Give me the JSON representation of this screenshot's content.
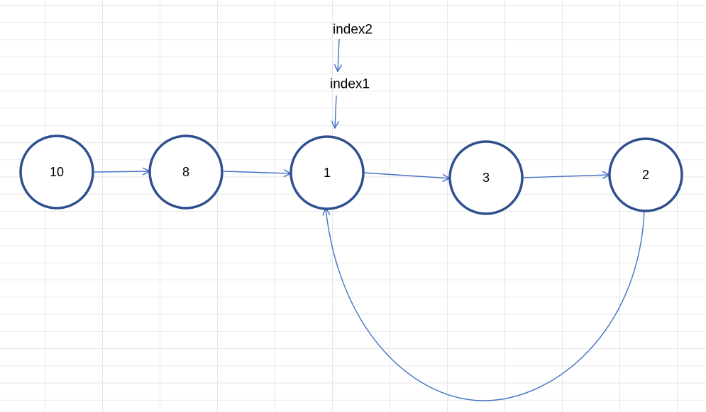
{
  "diagram": {
    "nodes": [
      {
        "id": "n10",
        "label": "10"
      },
      {
        "id": "n8",
        "label": "8"
      },
      {
        "id": "n1",
        "label": "1"
      },
      {
        "id": "n3",
        "label": "3"
      },
      {
        "id": "n2",
        "label": "2"
      }
    ],
    "edges": [
      {
        "from": "n10",
        "to": "n8"
      },
      {
        "from": "n8",
        "to": "n1"
      },
      {
        "from": "n1",
        "to": "n3"
      },
      {
        "from": "n3",
        "to": "n2"
      },
      {
        "from": "n2",
        "to": "n1"
      }
    ],
    "pointers": [
      {
        "label": "index2",
        "points_to": "index1"
      },
      {
        "label": "index1",
        "points_to": "n1"
      }
    ],
    "colors": {
      "node_stroke": "#2f4f8f",
      "edge": "#4472c4",
      "grid": "#e6e6e6"
    }
  }
}
